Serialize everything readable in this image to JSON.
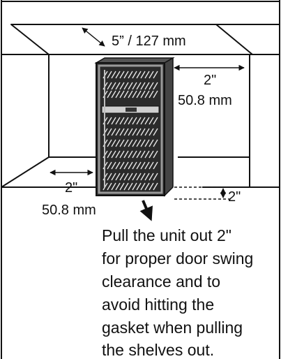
{
  "labels": {
    "top_clearance": "5” / 127 mm",
    "side_right_in": "2\"",
    "side_right_mm": "50.8 mm",
    "side_left_in": "2\"",
    "side_left_mm": "50.8 mm",
    "front_offset": "2\""
  },
  "instruction": [
    "Pull the unit out 2\"",
    "for proper door swing",
    "clearance and to",
    "avoid hitting the",
    "gasket when pulling",
    "the shelves out."
  ],
  "colors": {
    "line": "#111111",
    "cabinet_face": "#ffffff",
    "unit_body": "#2b2b2b",
    "unit_frame": "#9a9a9a",
    "shelf": "#e8e8e8"
  }
}
